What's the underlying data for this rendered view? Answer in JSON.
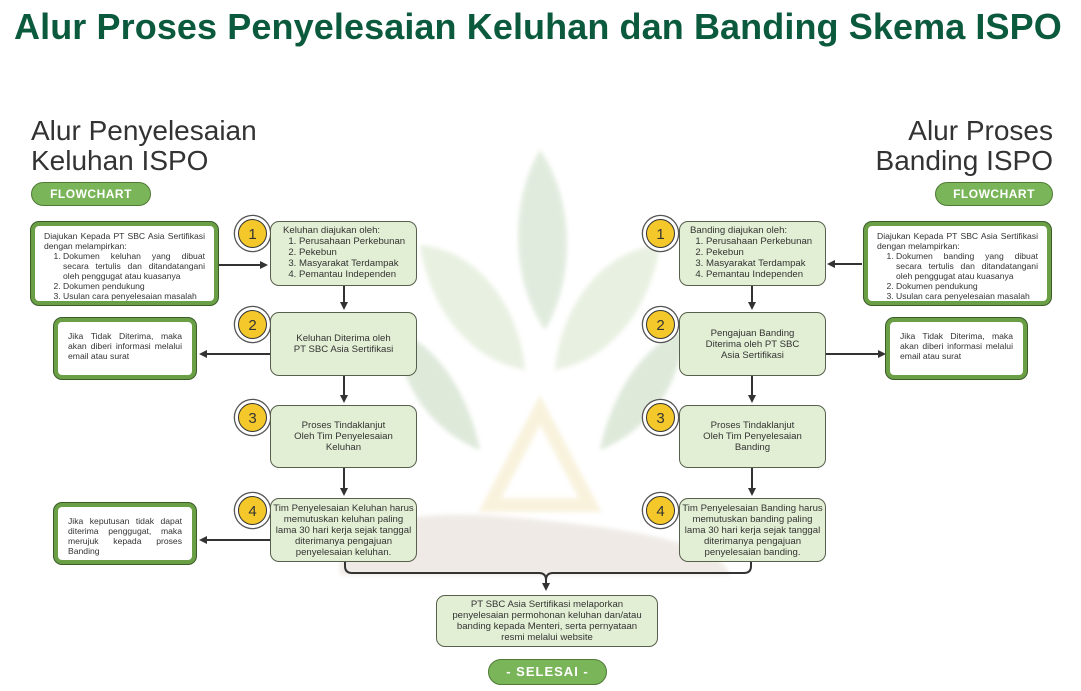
{
  "title": "Alur Proses Penyelesaian Keluhan dan Banding Skema ISPO",
  "colors": {
    "title": "#0b5a3e",
    "pill": "#7ab55a",
    "box_fill": "#e3efd4",
    "box_border_white": "#6b9f45",
    "step_badge": "#f4c82a"
  },
  "left": {
    "title_line1": "Alur Penyelesaian",
    "title_line2": "Keluhan ISPO",
    "badge": "FLOWCHART",
    "side_box": {
      "intro": "Diajukan Kepada PT SBC Asia Sertifikasi dengan melampirkan:",
      "items": [
        "Dokumen keluhan yang dibuat secara tertulis dan ditandatangani oleh penggugat atau kuasanya",
        "Dokumen pendukung",
        "Usulan cara penyelesaian masalah"
      ]
    },
    "steps": [
      {
        "number": "1",
        "heading": "Keluhan diajukan oleh:",
        "items": [
          "Perusahaan Perkebunan",
          "Pekebun",
          "Masyarakat Terdampak",
          "Pemantau Independen"
        ]
      },
      {
        "number": "2",
        "text": "Keluhan Diterima oleh PT SBC Asia Sertifikasi"
      },
      {
        "number": "3",
        "text": "Proses Tindaklanjut Oleh Tim Penyelesaian Keluhan"
      },
      {
        "number": "4",
        "text": "Tim Penyelesaian Keluhan harus memutuskan keluhan paling lama 30 hari kerja sejak tanggal diterimanya pengajuan penyelesaian keluhan."
      }
    ],
    "not_accepted_note": "Jika Tidak Diterima, maka akan diberi informasi melalui email atau surat",
    "appeal_note": "Jika keputusan tidak dapat diterima penggugat, maka merujuk kepada proses Banding"
  },
  "right": {
    "title_line1": "Alur Proses",
    "title_line2": "Banding ISPO",
    "badge": "FLOWCHART",
    "side_box": {
      "intro": "Diajukan Kepada PT SBC Asia Sertifikasi dengan melampirkan:",
      "items": [
        "Dokumen banding yang dibuat secara tertulis dan ditandatangani oleh penggugat atau kuasanya",
        "Dokumen pendukung",
        "Usulan cara penyelesaian masalah"
      ]
    },
    "steps": [
      {
        "number": "1",
        "heading": "Banding diajukan oleh:",
        "items": [
          "Perusahaan Perkebunan",
          "Pekebun",
          "Masyarakat Terdampak",
          "Pemantau Independen"
        ]
      },
      {
        "number": "2",
        "text": "Pengajuan Banding Diterima oleh PT SBC Asia Sertifikasi"
      },
      {
        "number": "3",
        "text": "Proses Tindaklanjut Oleh Tim Penyelesaian Banding"
      },
      {
        "number": "4",
        "text": "Tim Penyelesaian Banding harus memutuskan banding paling lama 30 hari kerja sejak tanggal diterimanya pengajuan penyelesaian banding."
      }
    ],
    "not_accepted_note": "Jika Tidak Diterima, maka akan diberi informasi melalui email atau surat"
  },
  "final_box": "PT SBC Asia Sertifikasi melaporkan penyelesaian permohonan keluhan dan/atau banding kepada Menteri, serta pernyataan resmi melalui website",
  "end_label": "- SELESAI -"
}
